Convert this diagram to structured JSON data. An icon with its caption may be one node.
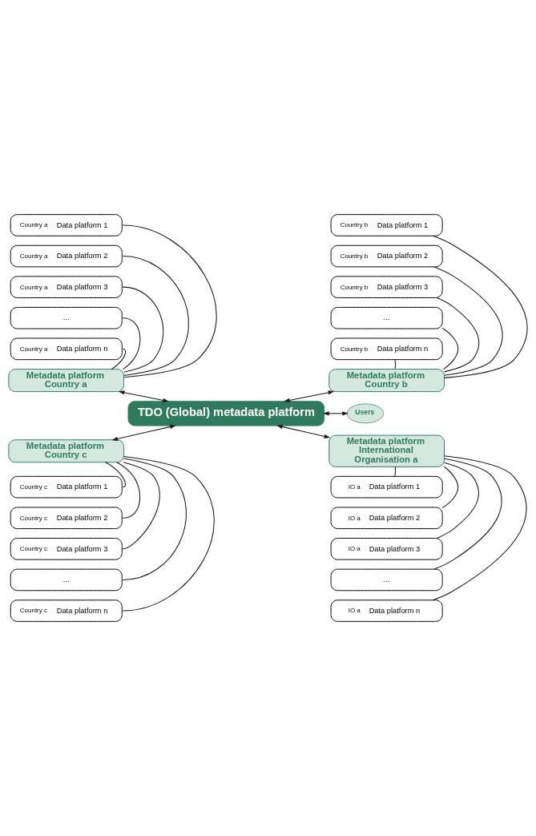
{
  "diagram": {
    "nodes": [
      {
        "text": [
          "Country a",
          "Data platform 1"
        ]
      },
      {
        "text": [
          "Country a",
          "Data platform 2"
        ]
      },
      {
        "text": [
          "Country a",
          "Data platform 3"
        ]
      },
      {
        "text": [
          "..."
        ]
      },
      {
        "text": [
          "Country a",
          "Data platform n"
        ]
      },
      {
        "text": [
          "Country b",
          "Data platform 1"
        ]
      },
      {
        "text": [
          "Country b",
          "Data platform 2"
        ]
      },
      {
        "text": [
          "Country b",
          "Data platform 3"
        ]
      },
      {
        "text": [
          "..."
        ]
      },
      {
        "text": [
          "Country b",
          "Data platform n"
        ]
      },
      {
        "text": [
          "Metadata platform Country a"
        ]
      },
      {
        "text": [
          "Metadata platform Country b"
        ]
      },
      {
        "text": [
          "TDO (Global) metadata platform"
        ]
      },
      {
        "text": [
          "Users"
        ]
      },
      {
        "text": [
          "Metadata platform Country c"
        ]
      },
      {
        "text": [
          "Metadata platform International Organisation a"
        ]
      },
      {
        "text": [
          "Country c",
          "Data platform 1"
        ]
      },
      {
        "text": [
          "Country c",
          "Data platform 2"
        ]
      },
      {
        "text": [
          "Country c",
          "Data platform 3"
        ]
      },
      {
        "text": [
          "..."
        ]
      },
      {
        "text": [
          "Country c",
          "Data platform n"
        ]
      },
      {
        "text": [
          "IO a",
          "Data platform 1"
        ]
      },
      {
        "text": [
          "IO a",
          "Data platform 2"
        ]
      },
      {
        "text": [
          "IO a",
          "Data platform 3"
        ]
      },
      {
        "text": [
          "..."
        ]
      },
      {
        "text": [
          "IO a",
          "Data platform n"
        ]
      }
    ],
    "edges": [
      {
        "from": 0,
        "to": 10,
        "arrow": "none"
      },
      {
        "from": 1,
        "to": 10,
        "arrow": "none"
      },
      {
        "from": 2,
        "to": 10,
        "arrow": "none"
      },
      {
        "from": 3,
        "to": 10,
        "arrow": "none"
      },
      {
        "from": 4,
        "to": 10,
        "arrow": "none"
      },
      {
        "from": 5,
        "to": 11,
        "arrow": "none"
      },
      {
        "from": 6,
        "to": 11,
        "arrow": "none"
      },
      {
        "from": 7,
        "to": 11,
        "arrow": "none"
      },
      {
        "from": 8,
        "to": 11,
        "arrow": "none"
      },
      {
        "from": 9,
        "to": 11,
        "arrow": "none"
      },
      {
        "from": 10,
        "to": 12,
        "arrow": "both"
      },
      {
        "from": 11,
        "to": 12,
        "arrow": "both"
      },
      {
        "from": 12,
        "to": 13,
        "arrow": "both"
      },
      {
        "from": 12,
        "to": 14,
        "arrow": "both"
      },
      {
        "from": 12,
        "to": 15,
        "arrow": "both"
      },
      {
        "from": 16,
        "to": 14,
        "arrow": "none"
      },
      {
        "from": 17,
        "to": 14,
        "arrow": "none"
      },
      {
        "from": 18,
        "to": 14,
        "arrow": "none"
      },
      {
        "from": 19,
        "to": 14,
        "arrow": "none"
      },
      {
        "from": 20,
        "to": 14,
        "arrow": "none"
      },
      {
        "from": 21,
        "to": 15,
        "arrow": "none"
      },
      {
        "from": 22,
        "to": 15,
        "arrow": "none"
      },
      {
        "from": 23,
        "to": 15,
        "arrow": "none"
      },
      {
        "from": 24,
        "to": 15,
        "arrow": "none"
      },
      {
        "from": 25,
        "to": 15,
        "arrow": "none"
      }
    ]
  }
}
